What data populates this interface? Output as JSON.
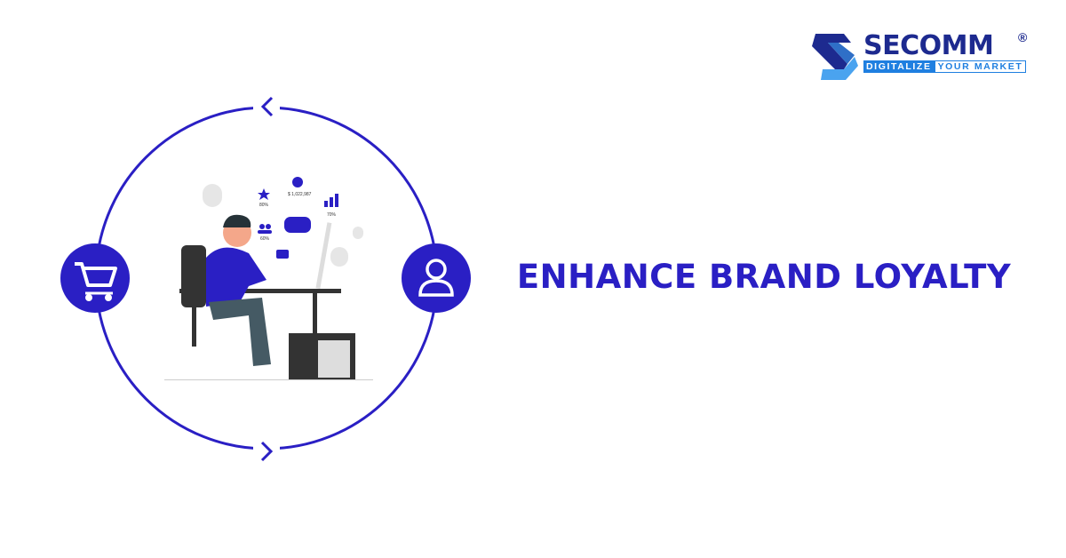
{
  "logo": {
    "brand": "SECOMM",
    "registered": "®",
    "tagline_part1": "DIGITALIZE",
    "tagline_part2": "YOUR MARKET"
  },
  "headline": "ENHANCE BRAND LOYALTY",
  "illustration": {
    "money": "$ 1,022,987",
    "stat_star": "80%",
    "stat_chart": "70%",
    "stat_users": "60%"
  },
  "colors": {
    "accent": "#2a1fc4",
    "logo_dark": "#1d2a8f",
    "logo_light": "#1f7fe0"
  },
  "icons": [
    "cart-icon",
    "user-icon",
    "chevron-left-icon",
    "chevron-right-icon"
  ]
}
